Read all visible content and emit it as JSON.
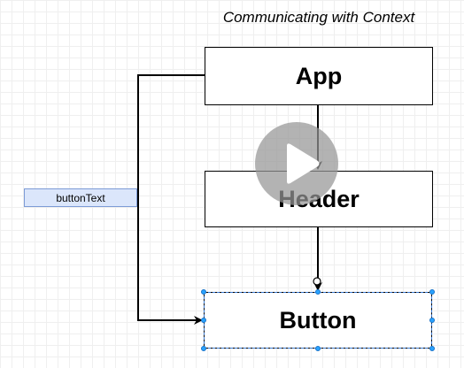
{
  "diagram": {
    "title": "Communicating with Context",
    "nodes": {
      "app": "App",
      "header": "Header",
      "button": "Button"
    },
    "prop_label": "buttonText"
  },
  "colors": {
    "grid": "#efefef",
    "selection": "#29a3ff",
    "label_fill": "#dbe6fb",
    "label_border": "#7d9bd6",
    "play_overlay": "#969696"
  },
  "icons": {
    "video": "play-icon"
  }
}
